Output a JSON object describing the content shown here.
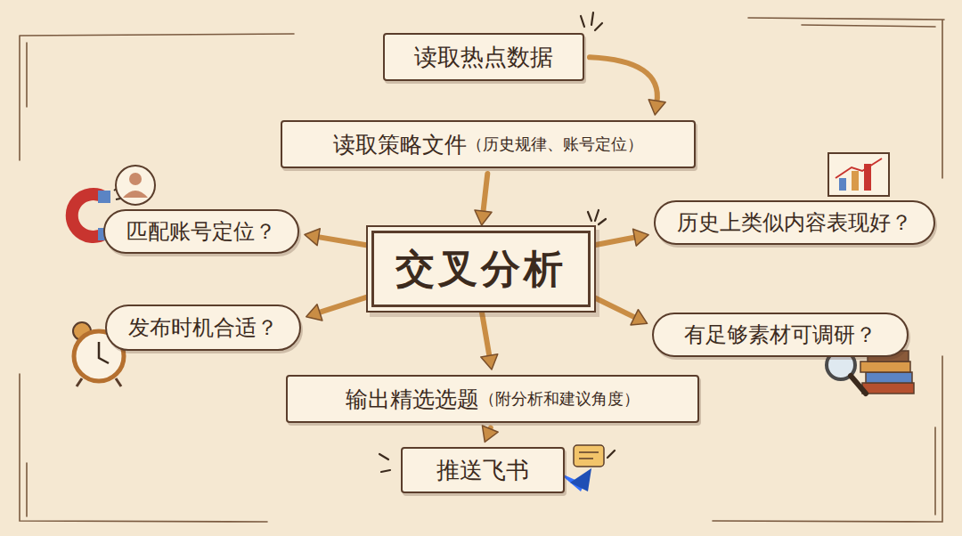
{
  "diagram": {
    "nodes": [
      {
        "text": [
          "读取热点数据"
        ]
      },
      {
        "text": [
          "读取策略文件",
          "（历史规律、账号定位）"
        ]
      },
      {
        "text": [
          "匹配账号定位？"
        ]
      },
      {
        "text": [
          "历史上类似内容表现好？"
        ]
      },
      {
        "text": [
          "交叉分析"
        ]
      },
      {
        "text": [
          "发布时机合适？"
        ]
      },
      {
        "text": [
          "有足够素材可调研？"
        ]
      },
      {
        "text": [
          "输出精选选题",
          "（附分析和建议角度）"
        ]
      },
      {
        "text": [
          "推送飞书"
        ]
      }
    ],
    "edges": [
      {
        "from": 0,
        "to": 1,
        "arrow": "to"
      },
      {
        "from": 1,
        "to": 4,
        "arrow": "to"
      },
      {
        "from": 4,
        "to": 2,
        "arrow": "to"
      },
      {
        "from": 4,
        "to": 3,
        "arrow": "to"
      },
      {
        "from": 4,
        "to": 5,
        "arrow": "to"
      },
      {
        "from": 4,
        "to": 6,
        "arrow": "to"
      },
      {
        "from": 4,
        "to": 7,
        "arrow": "to"
      },
      {
        "from": 7,
        "to": 8,
        "arrow": "to"
      }
    ]
  }
}
